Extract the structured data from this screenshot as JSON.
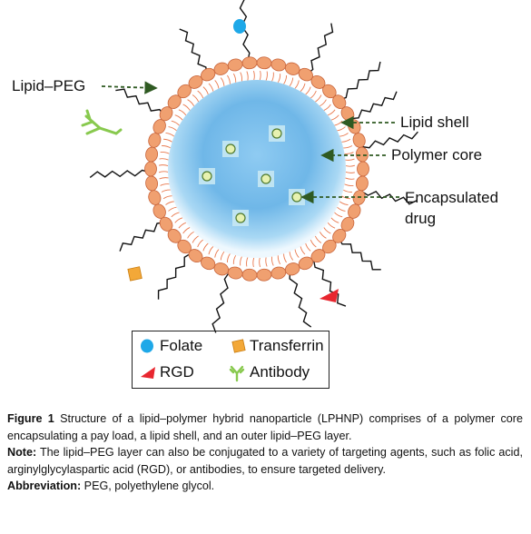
{
  "labels": {
    "lipid_peg": "Lipid–PEG",
    "lipid_shell": "Lipid shell",
    "polymer_core": "Polymer core",
    "encapsulated_drug_line1": "Encapsulated",
    "encapsulated_drug_line2": "drug"
  },
  "legend": {
    "folate": "Folate",
    "transferrin": "Transferrin",
    "rgd": "RGD",
    "antibody": "Antibody"
  },
  "caption": {
    "figure_label": "Figure 1",
    "figure_text": "Structure of a lipid–polymer hybrid nanoparticle (LPHNP) comprises of a polymer core encapsulating a pay load, a lipid shell, and an outer lipid–PEG layer.",
    "note_label": "Note:",
    "note_text": "The lipid–PEG layer can also be conjugated to a variety of targeting agents, such as folic acid, arginylglycylaspartic acid (RGD), or antibodies, to ensure targeted delivery.",
    "abbrev_label": "Abbreviation:",
    "abbrev_text": "PEG, polyethylene glycol."
  },
  "colors": {
    "head": "#f0a070",
    "head_stroke": "#c8643a",
    "tail": "#e87a50",
    "core": "#6ab8ea",
    "core_edge": "#dff1fc",
    "drug_square": "#c7e8f3",
    "drug_dot": "#e7f2b0",
    "arrow": "#2f5a22",
    "folate": "#1ea8e8",
    "transferrin": "#f3a838",
    "rgd": "#e8262f",
    "antibody": "#88c94e"
  },
  "icons": [
    "folate-icon",
    "transferrin-icon",
    "rgd-icon",
    "antibody-icon"
  ]
}
